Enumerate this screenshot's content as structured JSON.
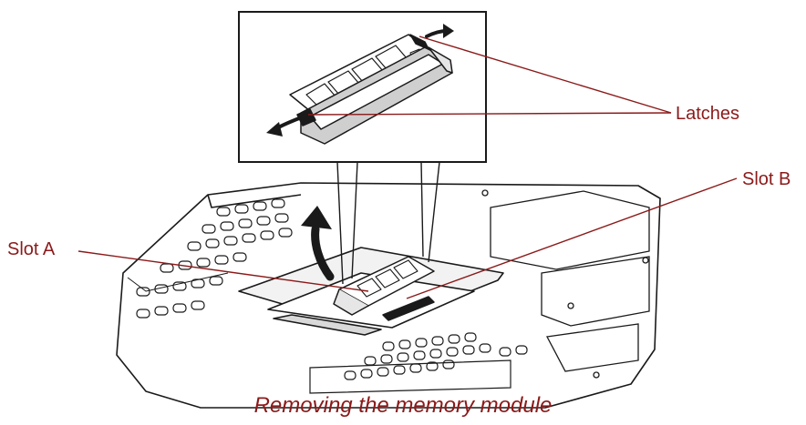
{
  "labels": {
    "latches": "Latches",
    "slot_b": "Slot B",
    "slot_a": "Slot A"
  },
  "caption": "Removing the memory module",
  "colors": {
    "callout": "#8b1a1a",
    "line_art": "#1a1a1a",
    "background": "#ffffff"
  }
}
